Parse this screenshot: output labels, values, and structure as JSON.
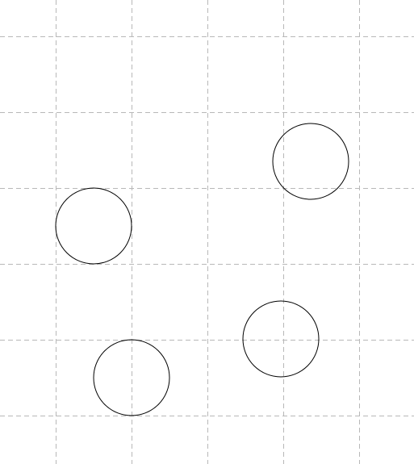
{
  "diagram": {
    "background": "#ffffff",
    "grid": {
      "visible": true,
      "style": "dashed",
      "color": "#b8b8b8"
    },
    "shapes": {
      "type": "circle",
      "count": 4,
      "fill": "none",
      "stroke": "#000000"
    }
  }
}
